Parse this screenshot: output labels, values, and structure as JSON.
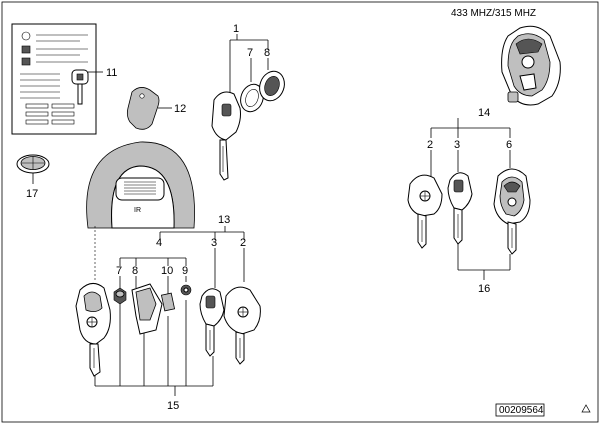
{
  "header_text": "433 MHZ/315 MHZ",
  "drawing_number": "00209564",
  "ir_label": "IR",
  "callouts": {
    "c1": "1",
    "c7a": "7",
    "c8a": "8",
    "c11": "11",
    "c12": "12",
    "c17": "17",
    "c14": "14",
    "c2a": "2",
    "c3a": "3",
    "c6a": "6",
    "c16": "16",
    "c13": "13",
    "c4": "4",
    "c3b": "3",
    "c2b": "2",
    "c7b": "7",
    "c8b": "8",
    "c10": "10",
    "c9": "9",
    "c15": "15"
  }
}
